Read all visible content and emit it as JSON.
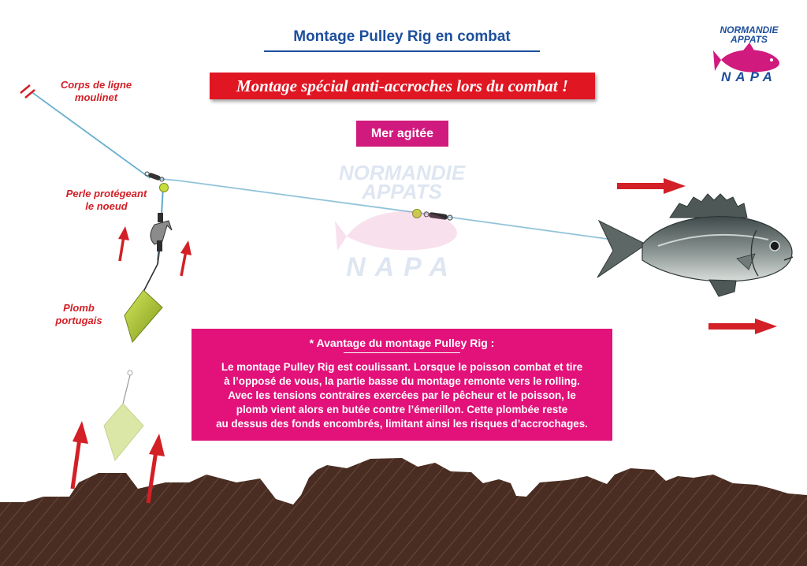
{
  "title": "Montage Pulley Rig en combat",
  "banner": "Montage spécial anti-accroches lors du combat !",
  "sea_state": "Mer agitée",
  "labels": {
    "mainline": "Corps de ligne\nmoulinet",
    "bead": "Perle protégeant\nle noeud",
    "sinker": "Plomb\nportugais"
  },
  "info": {
    "title": "* Avantage du montage Pulley Rig  :",
    "body": "Le montage Pulley Rig est coulissant. Lorsque le poisson combat et tire\nà l’opposé de vous, la partie basse du montage remonte vers le rolling.\nAvec les tensions contraires exercées par le pêcheur et le poisson, le\nplomb vient alors en butée  contre l’émerillon. Cette plombée reste\nau dessus des fonds encombrés, limitant ainsi les risques d’accrochages."
  },
  "brand": {
    "line1": "NORMANDIE",
    "line2": "APPATS",
    "line3": "NAPA"
  },
  "colors": {
    "title_blue": "#1d4f9c",
    "banner_red": "#e01622",
    "magenta": "#e2127a",
    "label_red": "#d31f26",
    "line_blue": "#5fa8c9",
    "seabed_brown": "#4a2d22",
    "sinker_green": "#a9c23a",
    "bead_yellow": "#c8dc3c"
  },
  "icons": [
    "fish-illustration",
    "sinker-icon",
    "swivel-icon",
    "bead-icon",
    "arrow-icon",
    "logo-fish-icon"
  ]
}
